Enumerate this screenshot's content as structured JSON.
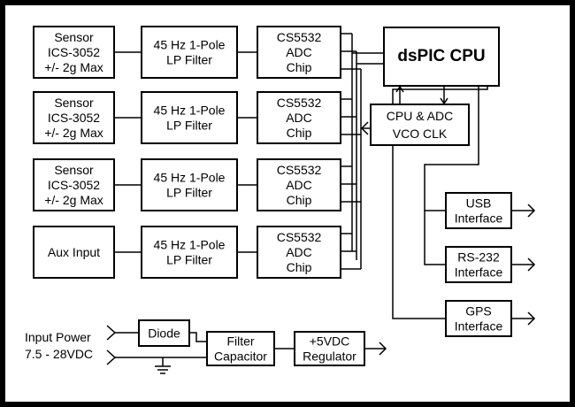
{
  "sensor_rows": [
    {
      "sensor": [
        "Sensor",
        "ICS-3052",
        "+/- 2g Max"
      ],
      "filter": [
        "45 Hz 1-Pole",
        "LP Filter"
      ],
      "adc": [
        "CS5532",
        "ADC",
        "Chip"
      ]
    },
    {
      "sensor": [
        "Sensor",
        "ICS-3052",
        "+/- 2g Max"
      ],
      "filter": [
        "45 Hz 1-Pole",
        "LP Filter"
      ],
      "adc": [
        "CS5532",
        "ADC",
        "Chip"
      ]
    },
    {
      "sensor": [
        "Sensor",
        "ICS-3052",
        "+/- 2g Max"
      ],
      "filter": [
        "45 Hz 1-Pole",
        "LP Filter"
      ],
      "adc": [
        "CS5532",
        "ADC",
        "Chip"
      ]
    },
    {
      "sensor": [
        "Aux Input"
      ],
      "filter": [
        "45 Hz 1-Pole",
        "LP Filter"
      ],
      "adc": [
        "CS5532",
        "ADC",
        "Chip"
      ]
    }
  ],
  "cpu": {
    "label": "dsPIC CPU"
  },
  "clock": {
    "lines": [
      "CPU & ADC",
      "VCO CLK"
    ]
  },
  "interfaces": [
    {
      "lines": [
        "USB",
        "Interface"
      ]
    },
    {
      "lines": [
        "RS-232",
        "Interface"
      ]
    },
    {
      "lines": [
        "GPS",
        "Interface"
      ]
    }
  ],
  "power": {
    "input_lines": [
      "Input Power",
      "7.5 - 28VDC"
    ],
    "diode": "Diode",
    "filter": [
      "Filter",
      "Capacitor"
    ],
    "regulator": [
      "+5VDC",
      "Regulator"
    ]
  }
}
